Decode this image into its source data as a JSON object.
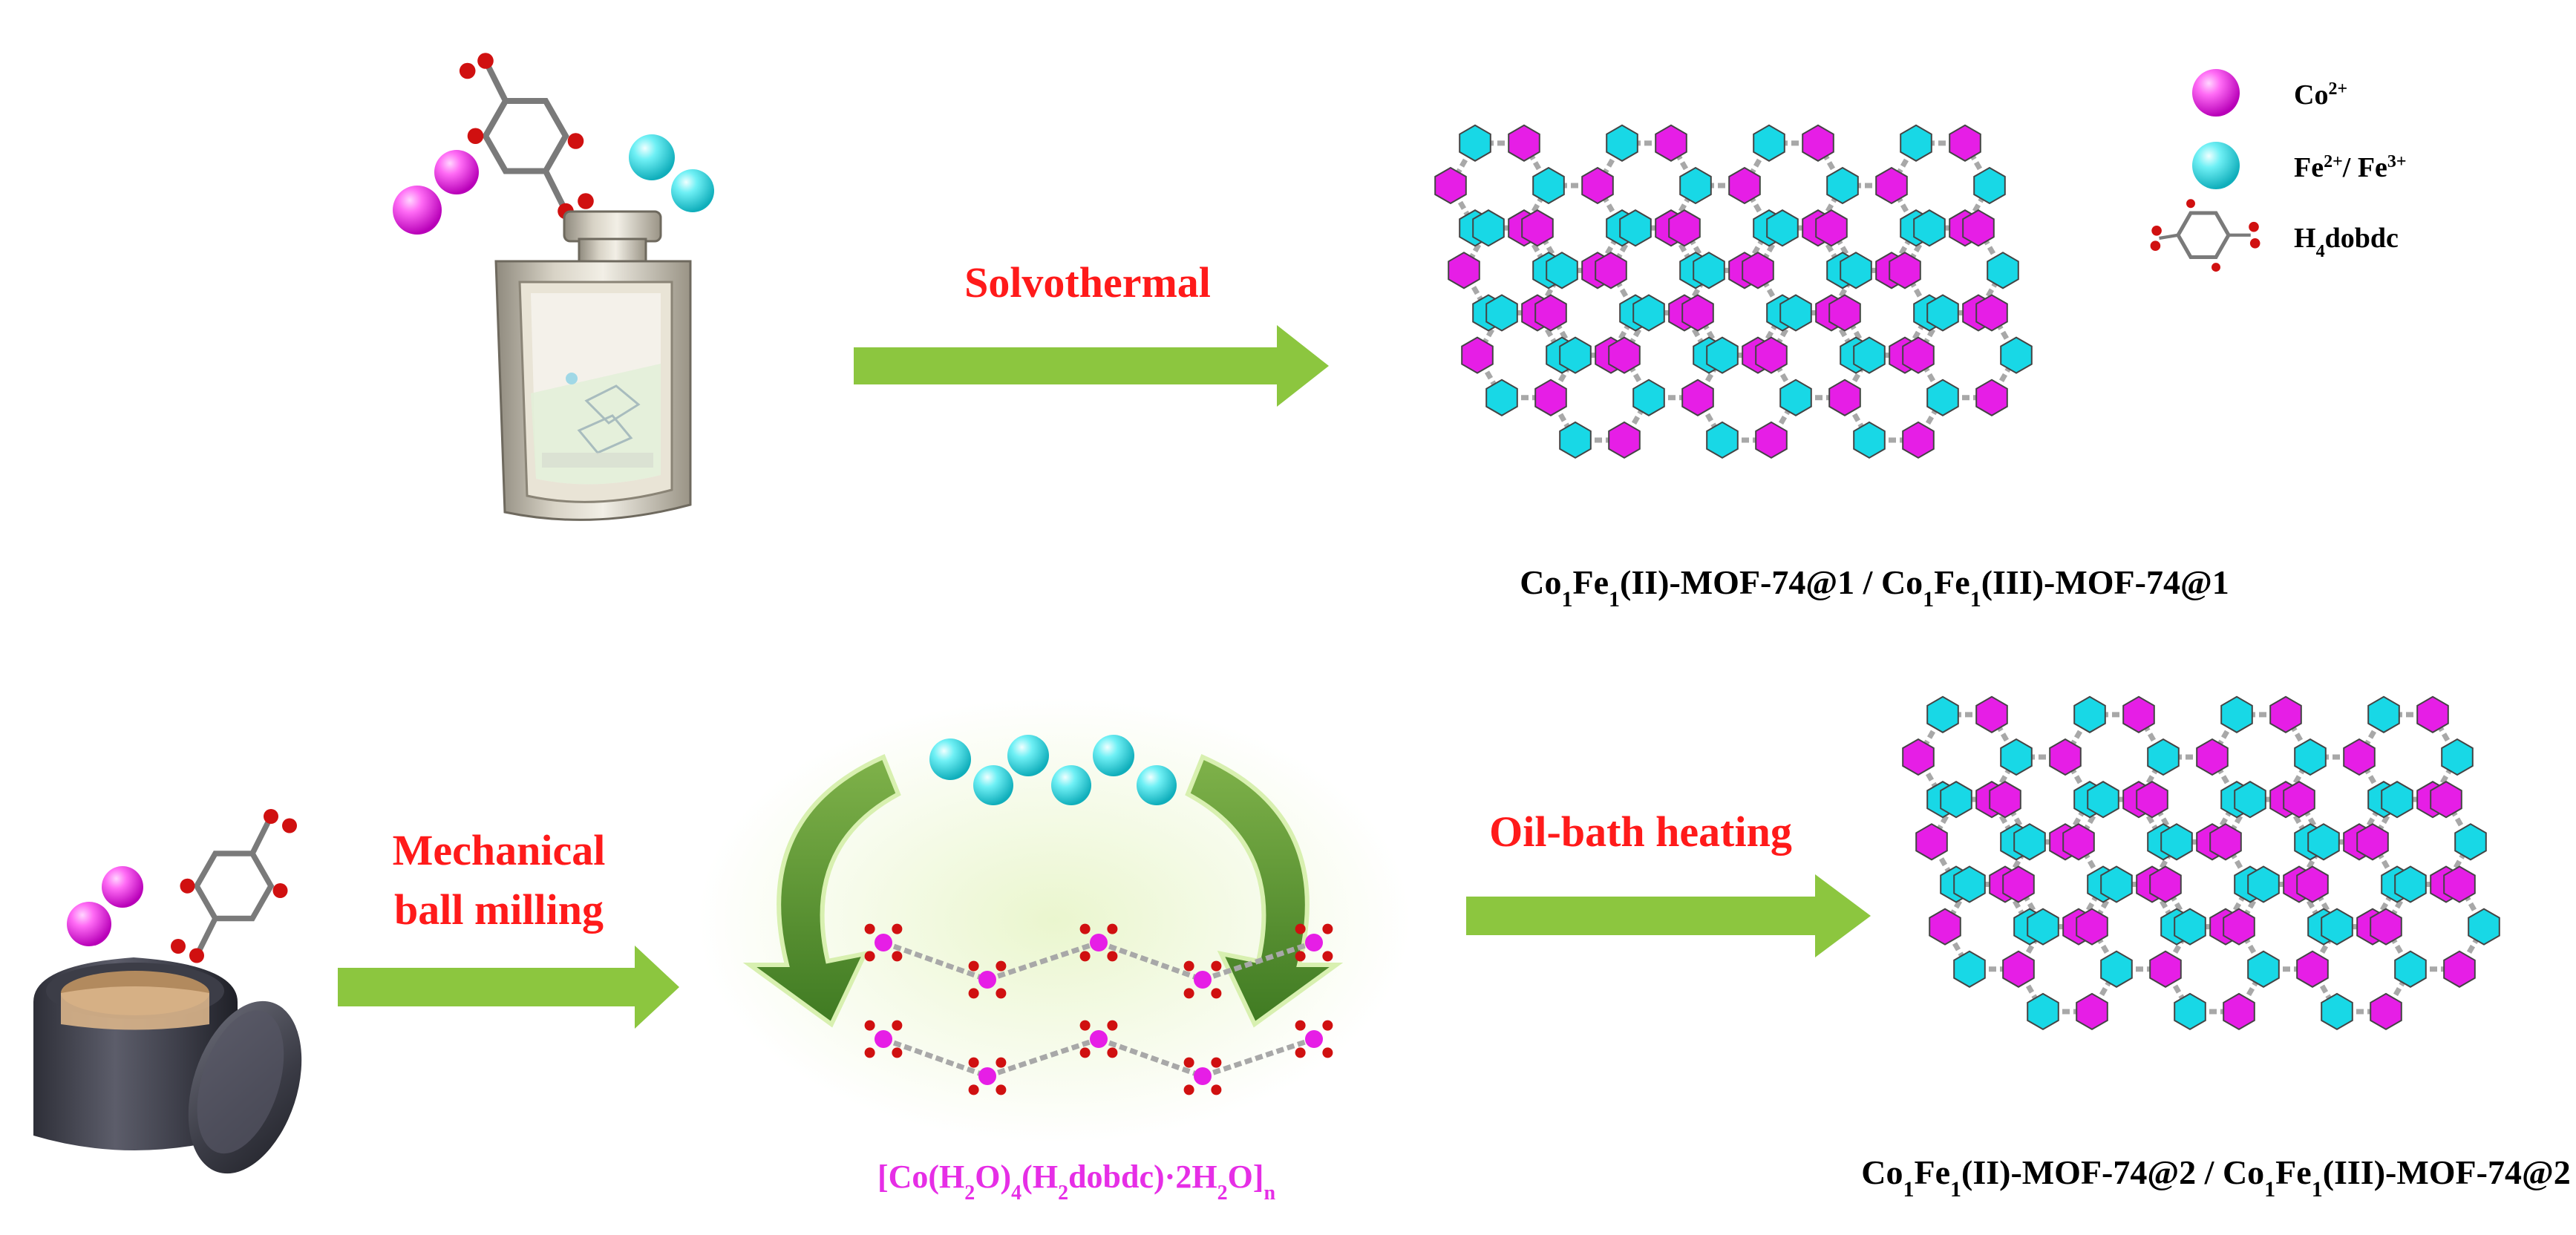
{
  "legend": {
    "items": [
      {
        "type": "sphere",
        "color": "#e61ee6",
        "label_base": "Co",
        "label_sup": "2+"
      },
      {
        "type": "sphere",
        "color": "#18d8e6",
        "label_fe": "Fe",
        "label_sup1": "2+",
        "label_mid": "/ Fe",
        "label_sup2": "3+"
      },
      {
        "type": "ligand",
        "label_h": "H",
        "label_sub": "4",
        "label_rest": "dobdc"
      }
    ]
  },
  "steps": {
    "solvothermal": "Solvothermal",
    "mechanical_1": "Mechanical",
    "mechanical_2": "ball milling",
    "oilbath": "Oil-bath heating"
  },
  "products": {
    "top": {
      "p1": "Co",
      "s1": "1",
      "p2": "Fe",
      "s2": "1",
      "p3": "(II)-MOF-74@1 / Co",
      "s3": "1",
      "p4": "Fe",
      "s4": "1",
      "p5": "(III)-MOF-74@1"
    },
    "bottom": {
      "p1": "Co",
      "s1": "1",
      "p2": "Fe",
      "s2": "1",
      "p3": "(II)-MOF-74@2 / Co",
      "s3": "1",
      "p4": "Fe",
      "s4": "1",
      "p5": "(III)-MOF-74@2"
    },
    "intermediate": {
      "p1": "[Co(H",
      "s1": "2",
      "p2": "O)",
      "s2": "4",
      "p3": "(H",
      "s3": "2",
      "p4": "dobdc)·2H",
      "s4": "2",
      "p5": "O]",
      "s5": "n"
    }
  },
  "colors": {
    "cobalt": "#e61ee6",
    "iron": "#18d8e6",
    "arrow": "#8cc63f",
    "curved_arrow": "#4e8a2a",
    "step_text": "#ff1a1a",
    "intermediate_text": "#e62ee6"
  }
}
